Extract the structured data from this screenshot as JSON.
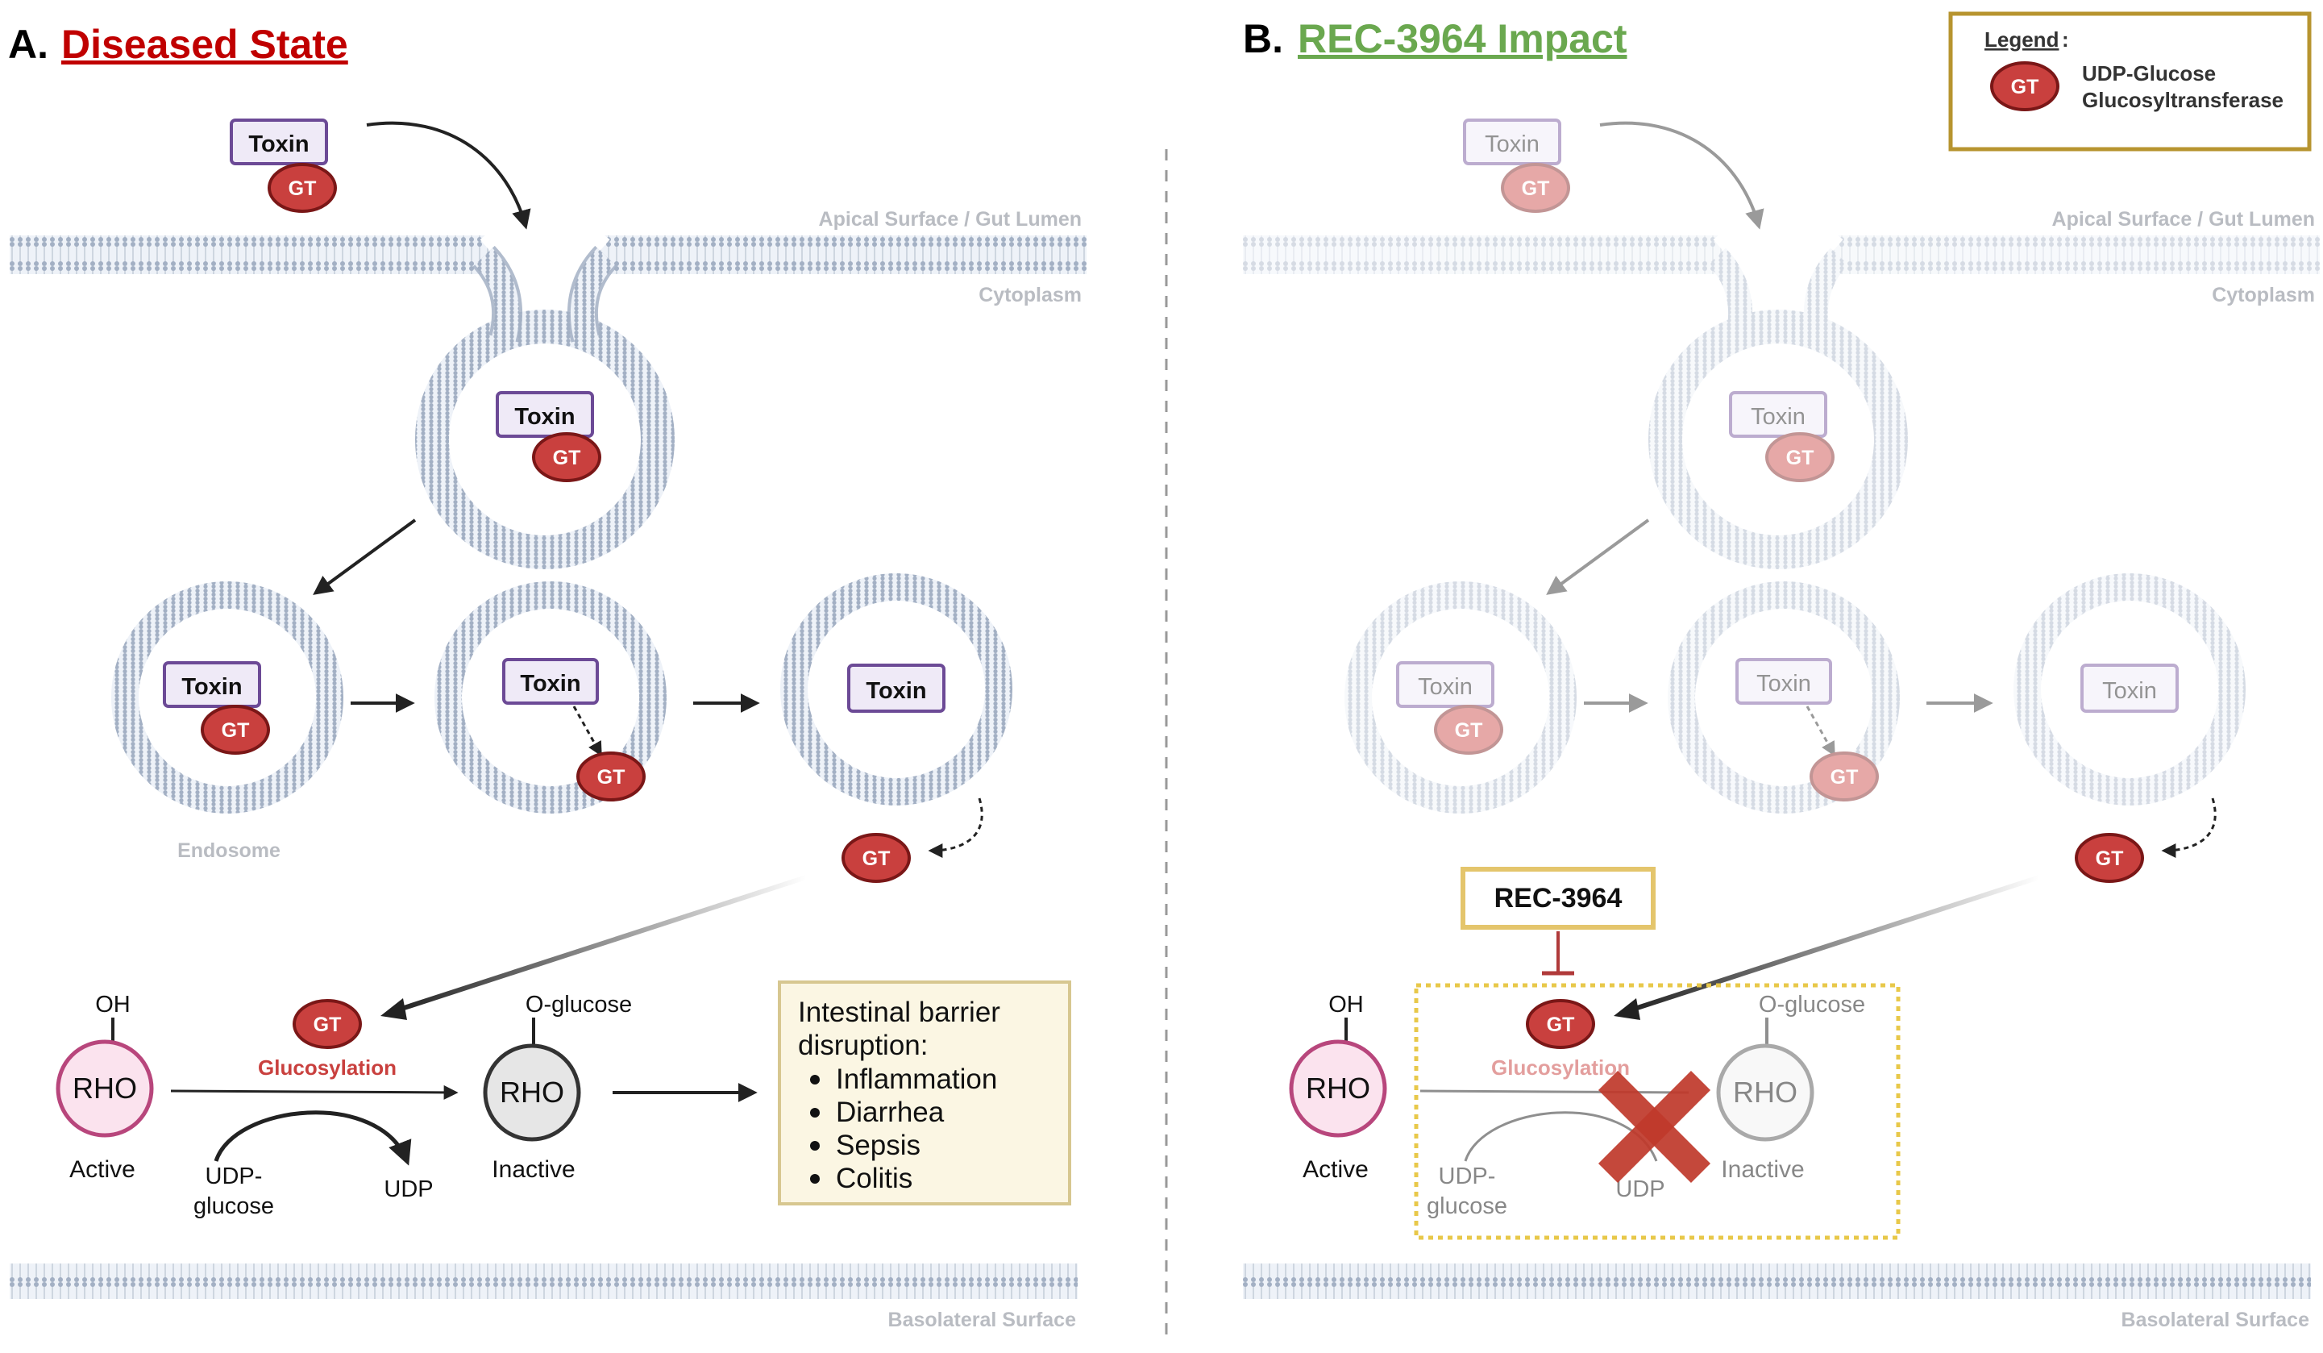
{
  "panel_a": {
    "prefix": "A.",
    "title": "Diseased State",
    "toxin": "Toxin",
    "gt": "GT",
    "apical": "Apical Surface / Gut Lumen",
    "cytoplasm": "Cytoplasm",
    "endosome": "Endosome",
    "basolateral": "Basolateral Surface",
    "oh": "OH",
    "rho": "RHO",
    "o_glucose": "O-glucose",
    "active": "Active",
    "inactive": "Inactive",
    "glucosylation": "Glucosylation",
    "udp_glucose_1": "UDP-",
    "udp_glucose_2": "glucose",
    "udp": "UDP",
    "outcome_title_1": "Intestinal barrier",
    "outcome_title_2": "disruption:",
    "outcomes": [
      "Inflammation",
      "Diarrhea",
      "Sepsis",
      "Colitis"
    ]
  },
  "panel_b": {
    "prefix": "B.",
    "title": "REC-3964 Impact",
    "drug": "REC-3964"
  },
  "legend": {
    "title": "Legend",
    "colon": ":",
    "gt": "GT",
    "line1": "UDP-Glucose",
    "line2": "Glucosyltransferase"
  },
  "colors": {
    "title_a": "#c00000",
    "title_b": "#6aa84f",
    "gt_fill": "#c9403e",
    "gt_stroke": "#7a1717",
    "toxin_fill": "#efeaf7",
    "toxin_stroke": "#6c4a96",
    "membrane": "#a9b4c6",
    "rho_active_fill": "#fbe3ee",
    "rho_active_stroke": "#b8467c",
    "rho_inactive_fill": "#e6e6e6",
    "legend_border": "#b7942f",
    "drug_border": "#e4c56c",
    "outcome_fill": "#fbf6e3",
    "outcome_border": "#d7c790",
    "cross": "#c0392b",
    "membrane_text": "#b9bcc2"
  }
}
